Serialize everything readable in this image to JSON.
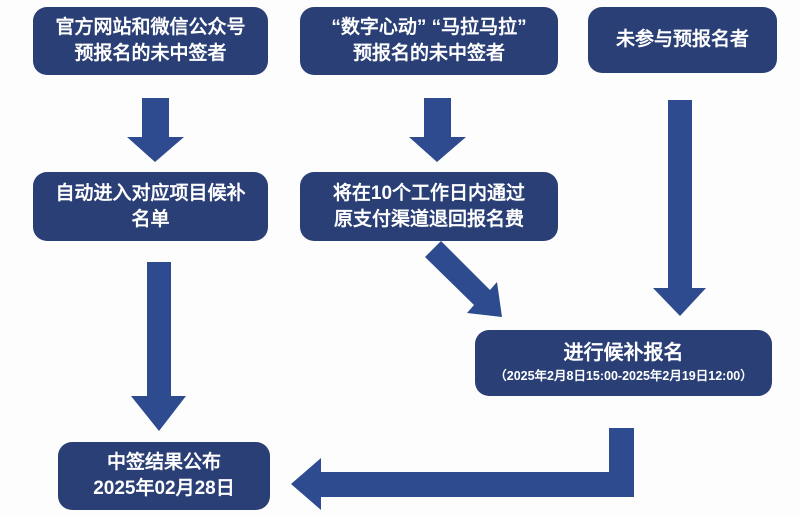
{
  "colors": {
    "box": "#2a3f76",
    "arrow": "#2d4b8e",
    "text": "#ffffff",
    "background": "#fdfdfd"
  },
  "flowchart": {
    "boxes": {
      "website_prereg": {
        "line1": "官方网站和微信公众号",
        "line2": "预报名的未中签者"
      },
      "apps_prereg": {
        "line1": "“数字心动” “马拉马拉”",
        "line2": "预报名的未中签者"
      },
      "no_prereg": {
        "line1": "未参与预报名者"
      },
      "auto_waitlist": {
        "line1": "自动进入对应项目候补",
        "line2": "名单"
      },
      "refund": {
        "line1": "将在10个工作日内通过",
        "line2": "原支付渠道退回报名费"
      },
      "makeup_registration": {
        "title": "进行候补报名",
        "period": "（2025年2月8日15:00-2025年2月19日12:00）"
      },
      "result_announcement": {
        "line1": "中签结果公布",
        "line2": "2025年02月28日"
      }
    }
  }
}
